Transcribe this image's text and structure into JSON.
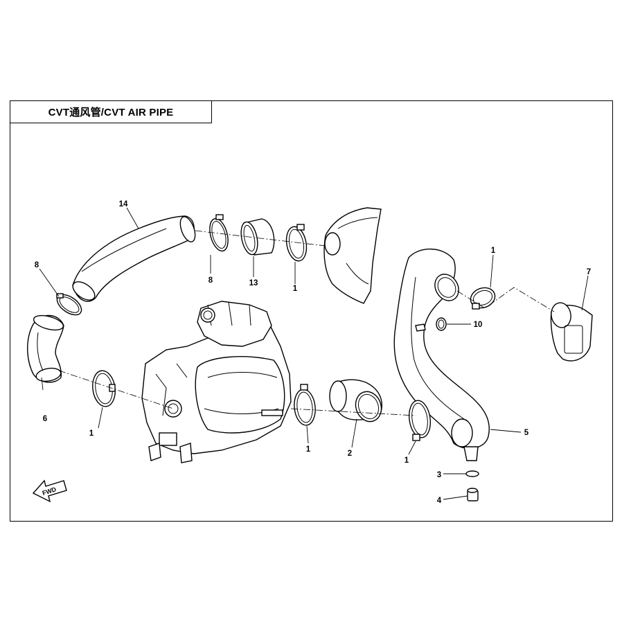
{
  "title": "CVT通风管/CVT AIR PIPE",
  "fwd_label": "FWD",
  "callouts": [
    {
      "id": "c14",
      "label": "14"
    },
    {
      "id": "c8a",
      "label": "8"
    },
    {
      "id": "c8b",
      "label": "8"
    },
    {
      "id": "c13",
      "label": "13"
    },
    {
      "id": "c1a",
      "label": "1"
    },
    {
      "id": "c1b",
      "label": "1"
    },
    {
      "id": "c7",
      "label": "7"
    },
    {
      "id": "c10",
      "label": "10"
    },
    {
      "id": "c6",
      "label": "6"
    },
    {
      "id": "c1c",
      "label": "1"
    },
    {
      "id": "c1d",
      "label": "1"
    },
    {
      "id": "c2",
      "label": "2"
    },
    {
      "id": "c1e",
      "label": "1"
    },
    {
      "id": "c5",
      "label": "5"
    },
    {
      "id": "c3",
      "label": "3"
    },
    {
      "id": "c4",
      "label": "4"
    }
  ]
}
